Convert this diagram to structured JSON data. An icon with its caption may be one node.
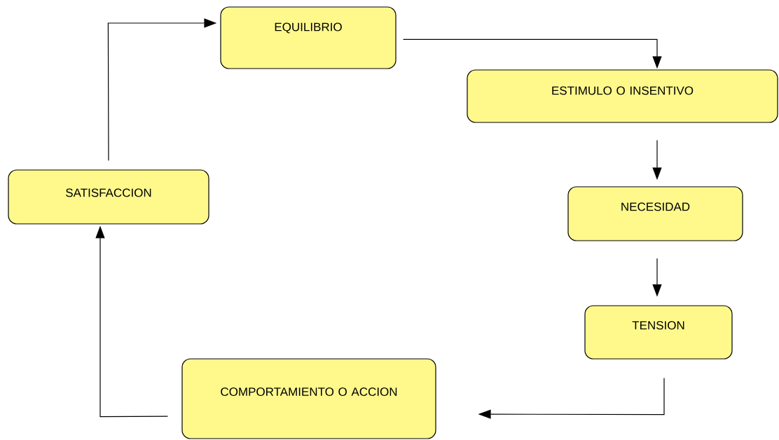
{
  "diagram": {
    "nodes": [
      {
        "text": [
          "EQUILIBRIO"
        ]
      },
      {
        "text": [
          "ESTIMULO O INSENTIVO"
        ]
      },
      {
        "text": [
          "NECESIDAD"
        ]
      },
      {
        "text": [
          "TENSION"
        ]
      },
      {
        "text": [
          "COMPORTAMIENTO O ACCION"
        ]
      },
      {
        "text": [
          "SATISFACCION"
        ]
      }
    ],
    "edges": [
      {
        "from": 0,
        "to": 1,
        "arrow": "to"
      },
      {
        "from": 1,
        "to": 2,
        "arrow": "to"
      },
      {
        "from": 2,
        "to": 3,
        "arrow": "to"
      },
      {
        "from": 3,
        "to": 4,
        "arrow": "to"
      },
      {
        "from": 4,
        "to": 5,
        "arrow": "to"
      },
      {
        "from": 5,
        "to": 0,
        "arrow": "to"
      }
    ]
  }
}
